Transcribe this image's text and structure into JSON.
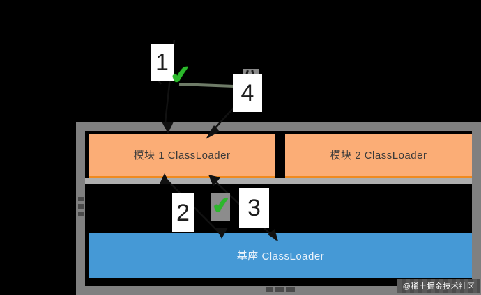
{
  "colors": {
    "background": "#000000",
    "frame_border": "#808080",
    "module_fill": "#fbad76",
    "module_edge": "#ef8a1f",
    "module_text": "#3a3a3a",
    "base_fill": "#4599d6",
    "base_text": "#eaf2fa",
    "shadow_strip": "#aeaeae",
    "check_green": "#2cb82c",
    "arrow_black": "#111111",
    "olive_line": "#6e7b67",
    "label_bg": "#ffffff",
    "label_text": "#1e1e1e"
  },
  "nodes": {
    "module1": {
      "label": "模块 1 ClassLoader"
    },
    "module2": {
      "label": "模块 2 ClassLoader"
    },
    "base": {
      "label": "基座 ClassLoader"
    }
  },
  "step_labels": {
    "step1": "1",
    "step2": "2",
    "step3": "3",
    "step4": "4"
  },
  "icons": {
    "check": "✔"
  },
  "watermark": {
    "text": "@稀土掘金技术社区"
  }
}
